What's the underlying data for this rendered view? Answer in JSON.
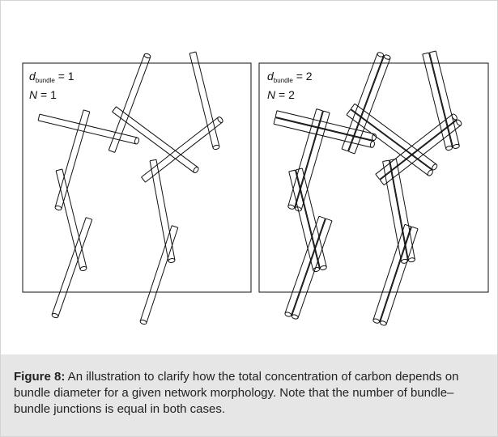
{
  "figure": {
    "panels": [
      {
        "param_symbol": "d",
        "param_subscript": "bundle",
        "param_value": " = 1",
        "n_symbol": "N",
        "n_value": " = 1"
      },
      {
        "param_symbol": "d",
        "param_subscript": "bundle",
        "param_value": " = 2",
        "n_symbol": "N",
        "n_value": " = 2"
      }
    ],
    "caption_label": "Figure 8:",
    "caption_text": " An illustration to clarify how the total concentration of carbon depends on bundle diameter for a given network morphology. Note that the number of bundle–bundle junctions is equal in both cases."
  }
}
